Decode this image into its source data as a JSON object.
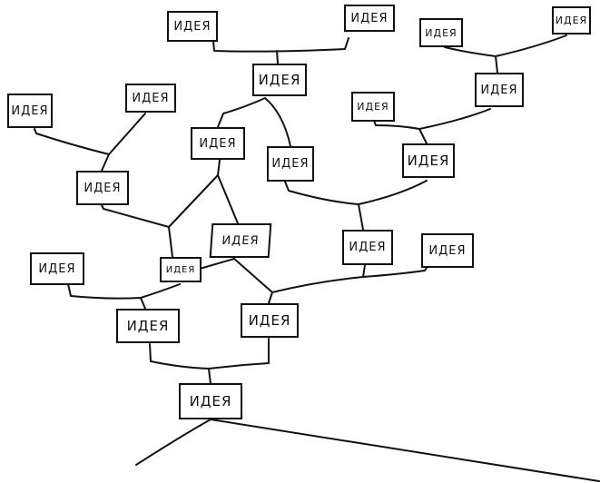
{
  "diagram": {
    "type": "idea-tree",
    "node_label": "ИДЕЯ",
    "nodes": [
      {
        "id": 1,
        "label": "ИДЕЯ"
      },
      {
        "id": 2,
        "label": "ИДЕЯ"
      },
      {
        "id": 3,
        "label": "ИДЕЯ"
      },
      {
        "id": 4,
        "label": "ИДЕЯ"
      },
      {
        "id": 5,
        "label": "ИДЕЯ"
      },
      {
        "id": 6,
        "label": "ИДЕЯ"
      },
      {
        "id": 7,
        "label": "ИДЕЯ"
      },
      {
        "id": 8,
        "label": "ИДЕЯ"
      },
      {
        "id": 9,
        "label": "ИДЕЯ"
      },
      {
        "id": 10,
        "label": "ИДЕЯ"
      },
      {
        "id": 11,
        "label": "ИДЕЯ"
      },
      {
        "id": 12,
        "label": "ИДЕЯ"
      },
      {
        "id": 13,
        "label": "ИДЕЯ"
      },
      {
        "id": 14,
        "label": "ИДЕЯ"
      },
      {
        "id": 15,
        "label": "ИДЕЯ"
      },
      {
        "id": 16,
        "label": "ИДЕЯ"
      },
      {
        "id": 17,
        "label": "ИДЕЯ"
      },
      {
        "id": 18,
        "label": "ИДЕЯ"
      },
      {
        "id": 19,
        "label": "ИДЕЯ"
      },
      {
        "id": 20,
        "label": "ИДЕЯ"
      },
      {
        "id": 21,
        "label": "ИДЕЯ"
      }
    ],
    "edges": [
      [
        21,
        19
      ],
      [
        21,
        20
      ],
      [
        19,
        17
      ],
      [
        19,
        18
      ],
      [
        18,
        13
      ],
      [
        18,
        10
      ],
      [
        18,
        14
      ],
      [
        20,
        14
      ],
      [
        20,
        15
      ],
      [
        20,
        16
      ],
      [
        13,
        7
      ],
      [
        13,
        8
      ],
      [
        10,
        14
      ],
      [
        10,
        5
      ],
      [
        5,
        1
      ],
      [
        5,
        2
      ],
      [
        5,
        11
      ],
      [
        11,
        15
      ],
      [
        12,
        15
      ],
      [
        12,
        9
      ],
      [
        12,
        6
      ],
      [
        6,
        3
      ],
      [
        6,
        4
      ]
    ]
  }
}
